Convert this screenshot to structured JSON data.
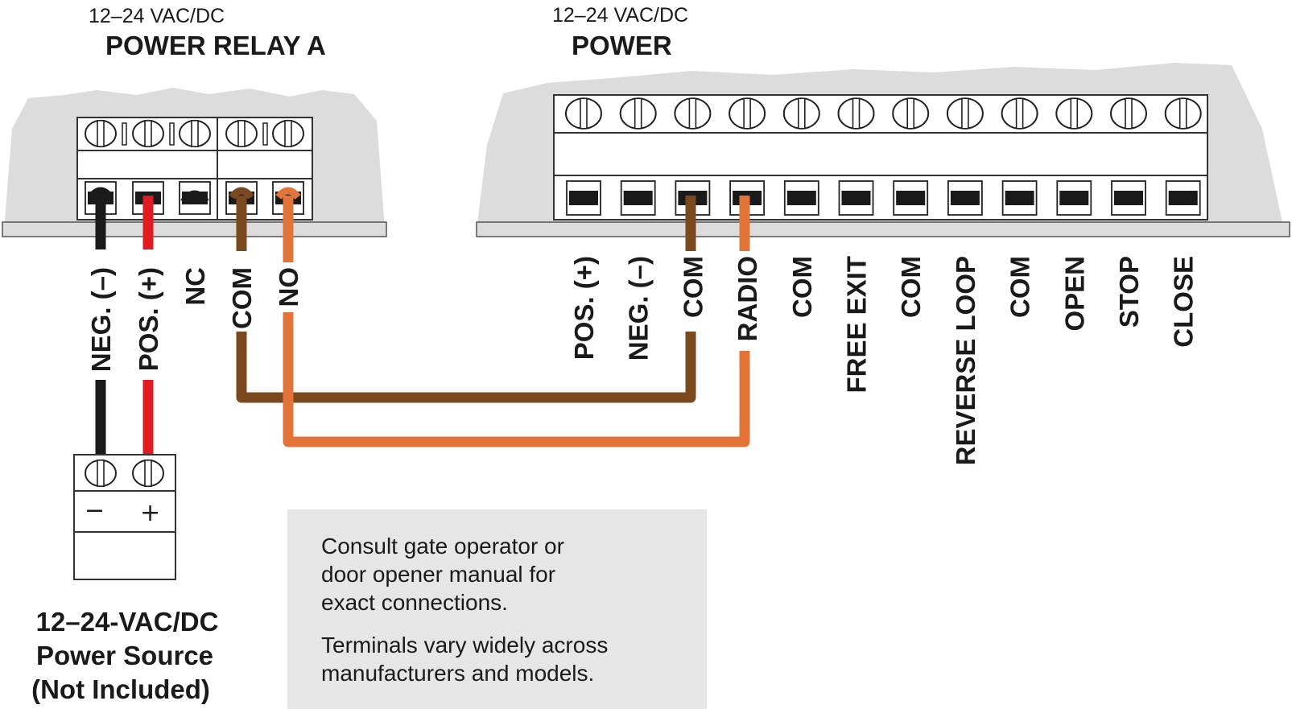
{
  "relay": {
    "voltage": "12–24 VAC/DC",
    "title": "POWER RELAY A",
    "terminals": [
      "NEG. (–)",
      "POS. (+)",
      "NC",
      "COM",
      "NO"
    ]
  },
  "operator": {
    "voltage": "12–24 VAC/DC",
    "title": "POWER",
    "terminals": [
      "POS. (+)",
      "NEG. (–)",
      "COM",
      "RADIO",
      "COM",
      "FREE EXIT",
      "COM",
      "REVERSE LOOP",
      "COM",
      "OPEN",
      "STOP",
      "CLOSE"
    ]
  },
  "power_source": {
    "minus": "−",
    "plus": "+",
    "lines": [
      "12–24-VAC/DC",
      "Power Source",
      "(Not Included)"
    ]
  },
  "note": {
    "para1": [
      "Consult gate operator or",
      "door opener manual for",
      "exact connections."
    ],
    "para2": [
      "Terminals vary widely across",
      "manufacturers and models."
    ]
  },
  "colors": {
    "wire_black": "#1a1a1a",
    "wire_red": "#e01b22",
    "wire_brown": "#7a4a1e",
    "wire_orange": "#e2743a",
    "board_gray": "#dcdcdc",
    "note_bg": "#e6e6e6"
  }
}
